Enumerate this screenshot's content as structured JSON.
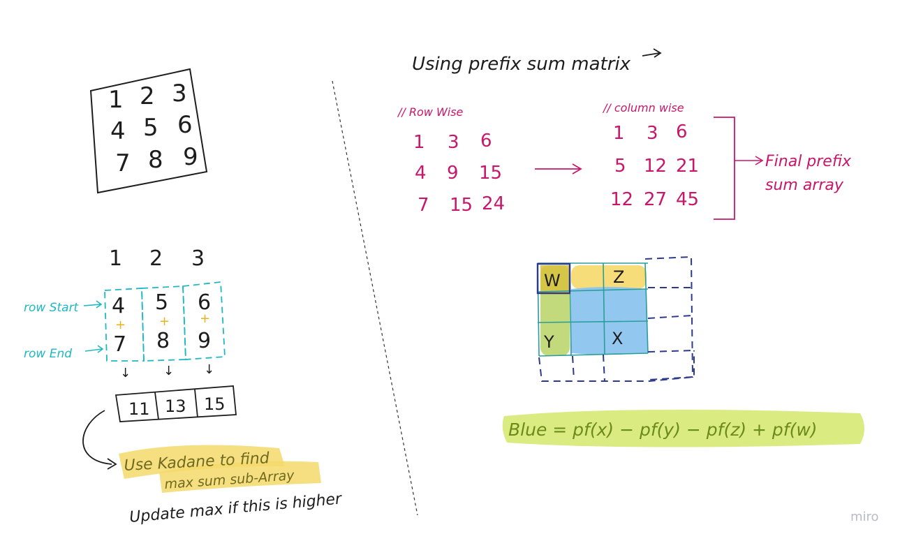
{
  "matrix": {
    "rows": [
      [
        "1",
        "2",
        "3"
      ],
      [
        "4",
        "5",
        "6"
      ],
      [
        "7",
        "8",
        "9"
      ]
    ]
  },
  "kadane": {
    "column_headers": [
      "1",
      "2",
      "3"
    ],
    "row_start_label": "row Start",
    "row_end_label": "row End",
    "start_values": [
      "4",
      "5",
      "6"
    ],
    "end_values": [
      "7",
      "8",
      "9"
    ],
    "plus": "+",
    "arrow": "↓",
    "sums": [
      "11",
      "13",
      "15"
    ],
    "note_line1": "Use Kadane to find",
    "note_line2": "max sum sub-Array",
    "update_note": "Update max if this is higher"
  },
  "prefix": {
    "heading": "Using prefix sum matrix",
    "row_wise_label": "// Row Wise",
    "row_wise": [
      [
        "1",
        "3",
        "6"
      ],
      [
        "4",
        "9",
        "15"
      ],
      [
        "7",
        "15",
        "24"
      ]
    ],
    "column_wise_label": "// column wise",
    "column_wise": [
      [
        "1",
        "3",
        "6"
      ],
      [
        "5",
        "12",
        "21"
      ],
      [
        "12",
        "27",
        "45"
      ]
    ],
    "final_line1": "Final prefix",
    "final_line2": "sum array"
  },
  "grid": {
    "w": "W",
    "z": "Z",
    "y": "Y",
    "x": "X"
  },
  "formula": {
    "text": "Blue = pf(x) − pf(y) − pf(z) + pf(w)"
  },
  "watermark": "miro",
  "colors": {
    "ink": "#1d1d1d",
    "pink": "#c8176a",
    "teal": "#1fb8c2",
    "yellow": "#f5d96b",
    "blue": "#8cc4ef",
    "green": "#bcd66e",
    "navy": "#2d3a8c"
  }
}
